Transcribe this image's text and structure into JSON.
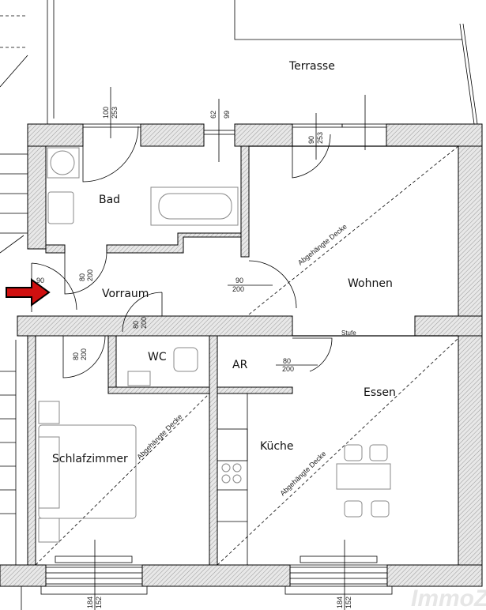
{
  "plan": {
    "rooms": {
      "terrasse": "Terrasse",
      "bad": "Bad",
      "vorraum": "Vorraum",
      "wohnen": "Wohnen",
      "wc": "WC",
      "ar": "AR",
      "essen": "Essen",
      "kueche": "Küche",
      "schlafzimmer": "Schlafzimmer"
    },
    "step_label": "Stufe",
    "ceiling_label": "Abgehängte Decke",
    "dimensions": {
      "bad_window_w": "100",
      "bad_window_h": "253",
      "small_window_w": "62",
      "small_window_h": "99",
      "wohnen_window_w": "90",
      "wohnen_window_h": "253",
      "entry_door_w": "90",
      "bad_door_w": "80",
      "bad_door_h": "200",
      "wohnen_door_w": "90",
      "wohnen_door_h": "200",
      "wc_door_w": "80",
      "wc_door_h": "200",
      "schlaf_door_w": "80",
      "schlaf_door_h": "200",
      "ar_door_w": "80",
      "ar_door_h": "200",
      "schlaf_window_w": "184",
      "schlaf_window_h": "152",
      "kueche_window_w": "184",
      "kueche_window_h": "152"
    },
    "entry_arrow_color": "#d01010",
    "watermark": "ImmoZ"
  }
}
